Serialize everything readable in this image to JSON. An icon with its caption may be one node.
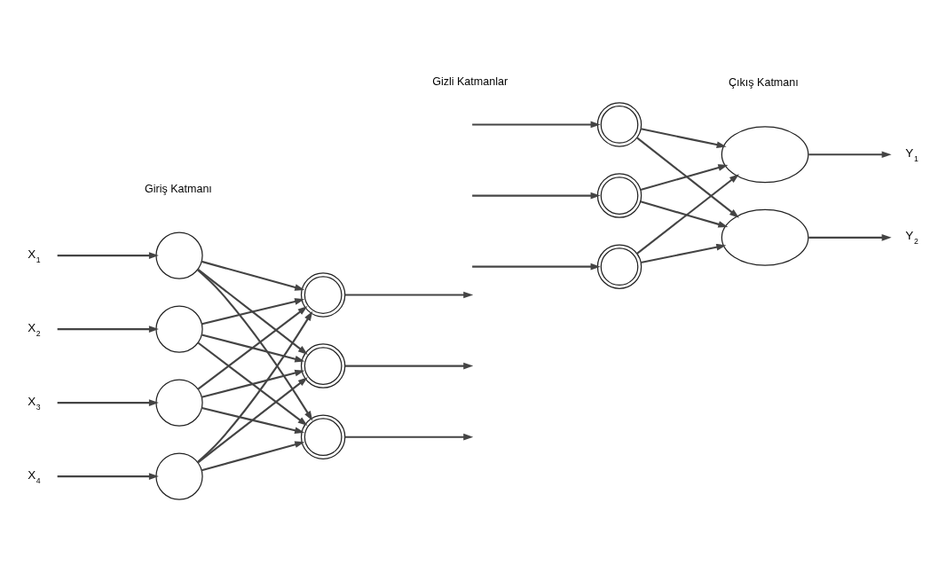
{
  "diagram": {
    "nodes": [
      {
        "text": [
          "X$_{1}$"
        ]
      },
      {
        "text": [
          "X$_{2}$"
        ]
      },
      {
        "text": [
          "X$_{3}$"
        ]
      },
      {
        "text": [
          "X$_{4}$"
        ]
      },
      {
        "text": [],
        "shape": "circle"
      },
      {
        "text": [],
        "shape": "circle"
      },
      {
        "text": [],
        "shape": "circle"
      },
      {
        "text": [],
        "shape": "circle"
      },
      {
        "text": [],
        "shape": "doublecircle"
      },
      {
        "text": [],
        "shape": "doublecircle"
      },
      {
        "text": [],
        "shape": "doublecircle"
      },
      {
        "text": [],
        "shape": "doublecircle"
      },
      {
        "text": [],
        "shape": "doublecircle"
      },
      {
        "text": [],
        "shape": "doublecircle"
      },
      {
        "text": [],
        "shape": "ellipse"
      },
      {
        "text": [],
        "shape": "ellipse"
      },
      {
        "text": [
          "Y$_{1}$"
        ]
      },
      {
        "text": [
          "Y$_{2}$"
        ]
      }
    ],
    "edges": [
      {
        "from": 0,
        "to": 4,
        "arrow": "to"
      },
      {
        "from": 1,
        "to": 5,
        "arrow": "to"
      },
      {
        "from": 2,
        "to": 6,
        "arrow": "to"
      },
      {
        "from": 3,
        "to": 7,
        "arrow": "to"
      },
      {
        "from": 4,
        "to": 8,
        "arrow": "to"
      },
      {
        "from": 4,
        "to": 9,
        "arrow": "to"
      },
      {
        "from": 4,
        "to": 10,
        "arrow": "to"
      },
      {
        "from": 5,
        "to": 8,
        "arrow": "to"
      },
      {
        "from": 5,
        "to": 9,
        "arrow": "to"
      },
      {
        "from": 5,
        "to": 10,
        "arrow": "to"
      },
      {
        "from": 6,
        "to": 8,
        "arrow": "to"
      },
      {
        "from": 6,
        "to": 9,
        "arrow": "to"
      },
      {
        "from": 6,
        "to": 10,
        "arrow": "to"
      },
      {
        "from": 7,
        "to": 8,
        "arrow": "to"
      },
      {
        "from": 7,
        "to": 9,
        "arrow": "to"
      },
      {
        "from": 7,
        "to": 10,
        "arrow": "to"
      },
      {
        "from": 8,
        "to": null,
        "arrow": "to"
      },
      {
        "from": 9,
        "to": null,
        "arrow": "to"
      },
      {
        "from": 10,
        "to": null,
        "arrow": "to"
      },
      {
        "from": null,
        "to": 11,
        "arrow": "to"
      },
      {
        "from": null,
        "to": 12,
        "arrow": "to"
      },
      {
        "from": null,
        "to": 13,
        "arrow": "to"
      },
      {
        "from": 11,
        "to": 14,
        "arrow": "to"
      },
      {
        "from": 11,
        "to": 15,
        "arrow": "to"
      },
      {
        "from": 12,
        "to": 14,
        "arrow": "to"
      },
      {
        "from": 12,
        "to": 15,
        "arrow": "to"
      },
      {
        "from": 13,
        "to": 14,
        "arrow": "to"
      },
      {
        "from": 13,
        "to": 15,
        "arrow": "to"
      },
      {
        "from": 14,
        "to": 16,
        "arrow": "to"
      },
      {
        "from": 15,
        "to": 17,
        "arrow": "to"
      }
    ],
    "labels": [
      "Giriş Katmanı",
      "Gizli Katmanlar",
      "Çıkış Katmanı"
    ]
  }
}
